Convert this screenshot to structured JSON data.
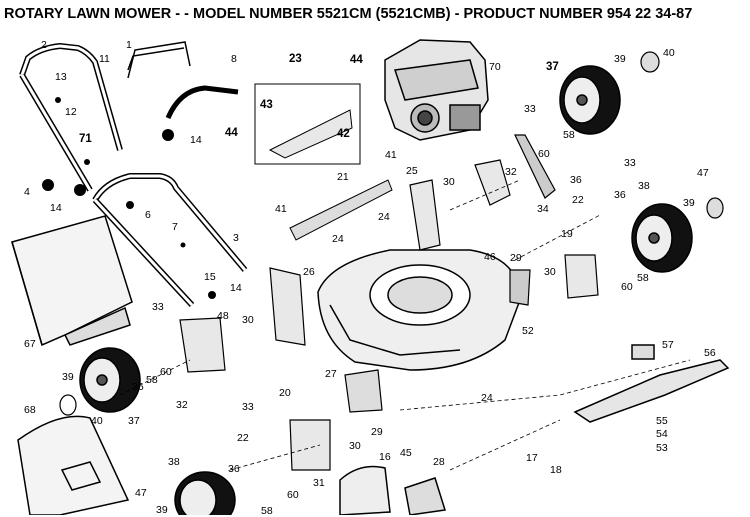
{
  "title": "ROTARY LAWN MOWER - - MODEL NUMBER 5521CM (5521CMB) - PRODUCT NUMBER 954 22 34-87",
  "callouts": {
    "p1": "1",
    "p2": "2",
    "p3": "3",
    "p4": "4",
    "p6": "6",
    "p7": "7",
    "p8": "8",
    "p11": "11",
    "p12": "12",
    "p13": "13",
    "p14a": "14",
    "p14b": "14",
    "p14c": "14",
    "p15": "15",
    "p16": "16",
    "p17": "17",
    "p18": "18",
    "p19": "19",
    "p20": "20",
    "p21": "21",
    "p22a": "22",
    "p22b": "22",
    "p23": "23",
    "p24a": "24",
    "p24b": "24",
    "p24c": "24",
    "p25": "25",
    "p26": "26",
    "p27": "27",
    "p28": "28",
    "p29a": "29",
    "p29b": "29",
    "p30a": "30",
    "p30b": "30",
    "p30c": "30",
    "p30d": "30",
    "p31": "31",
    "p32a": "32",
    "p32b": "32",
    "p33a": "33",
    "p33b": "33",
    "p33c": "33",
    "p33d": "33",
    "p34": "34",
    "p36a": "36",
    "p36b": "36",
    "p36c": "36",
    "p36d": "36",
    "p37a": "37",
    "p37b": "37",
    "p38a": "38",
    "p38b": "38",
    "p39a": "39",
    "p39b": "39",
    "p39c": "39",
    "p39d": "39",
    "p40a": "40",
    "p40b": "40",
    "p41a": "41",
    "p41b": "41",
    "p42": "42",
    "p43": "43",
    "p44a": "44",
    "p44b": "44",
    "p45": "45",
    "p46": "46",
    "p47a": "47",
    "p47b": "47",
    "p48": "48",
    "p52": "52",
    "p53": "53",
    "p54": "54",
    "p55": "55",
    "p56": "56",
    "p57": "57",
    "p58a": "58",
    "p58b": "58",
    "p58c": "58",
    "p58d": "58",
    "p60a": "60",
    "p60b": "60",
    "p60c": "60",
    "p60d": "60",
    "p67": "67",
    "p68": "68",
    "p70": "70",
    "p71": "71"
  }
}
